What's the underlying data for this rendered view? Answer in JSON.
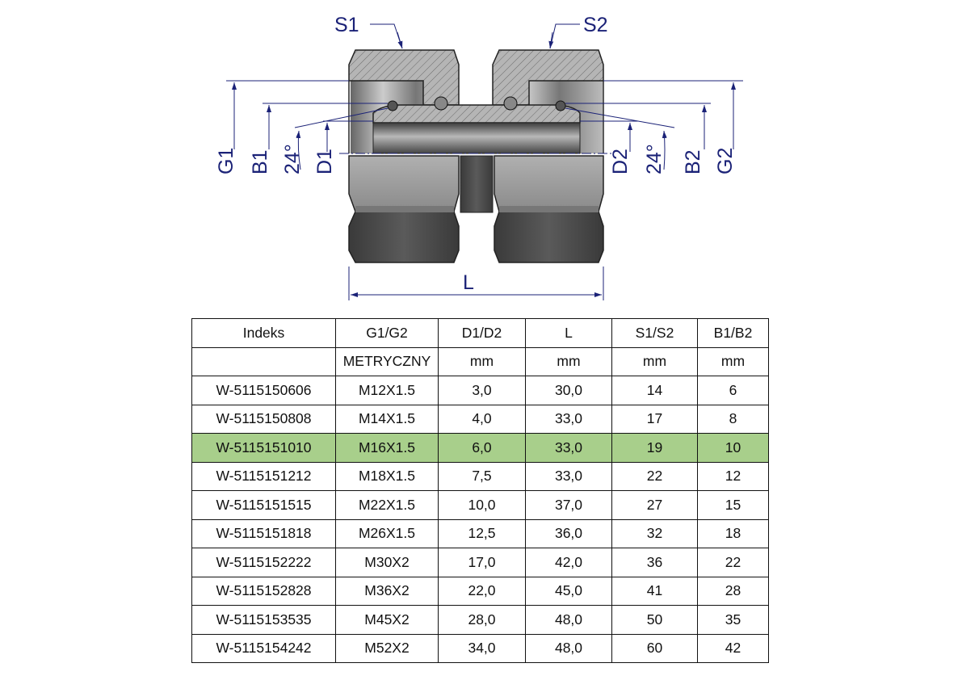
{
  "drawing": {
    "labels": {
      "s1": "S1",
      "s2": "S2",
      "g1": "G1",
      "b1": "B1",
      "angle1": "24°",
      "d1": "D1",
      "d2": "D2",
      "angle2": "24°",
      "b2": "B2",
      "g2": "G2",
      "l": "L"
    },
    "colors": {
      "dimension": "#1b2277",
      "highlight": "#a8cf8b"
    }
  },
  "table": {
    "headers": [
      "Indeks",
      "G1/G2",
      "D1/D2",
      "L",
      "S1/S2",
      "B1/B2"
    ],
    "units": [
      "",
      "METRYCZNY",
      "mm",
      "mm",
      "mm",
      "mm"
    ],
    "highlighted_row": 2,
    "rows": [
      [
        "W-5115150606",
        "M12X1.5",
        "3,0",
        "30,0",
        "14",
        "6"
      ],
      [
        "W-5115150808",
        "M14X1.5",
        "4,0",
        "33,0",
        "17",
        "8"
      ],
      [
        "W-5115151010",
        "M16X1.5",
        "6,0",
        "33,0",
        "19",
        "10"
      ],
      [
        "W-5115151212",
        "M18X1.5",
        "7,5",
        "33,0",
        "22",
        "12"
      ],
      [
        "W-5115151515",
        "M22X1.5",
        "10,0",
        "37,0",
        "27",
        "15"
      ],
      [
        "W-5115151818",
        "M26X1.5",
        "12,5",
        "36,0",
        "32",
        "18"
      ],
      [
        "W-5115152222",
        "M30X2",
        "17,0",
        "42,0",
        "36",
        "22"
      ],
      [
        "W-5115152828",
        "M36X2",
        "22,0",
        "45,0",
        "41",
        "28"
      ],
      [
        "W-5115153535",
        "M45X2",
        "28,0",
        "48,0",
        "50",
        "35"
      ],
      [
        "W-5115154242",
        "M52X2",
        "34,0",
        "48,0",
        "60",
        "42"
      ]
    ]
  }
}
